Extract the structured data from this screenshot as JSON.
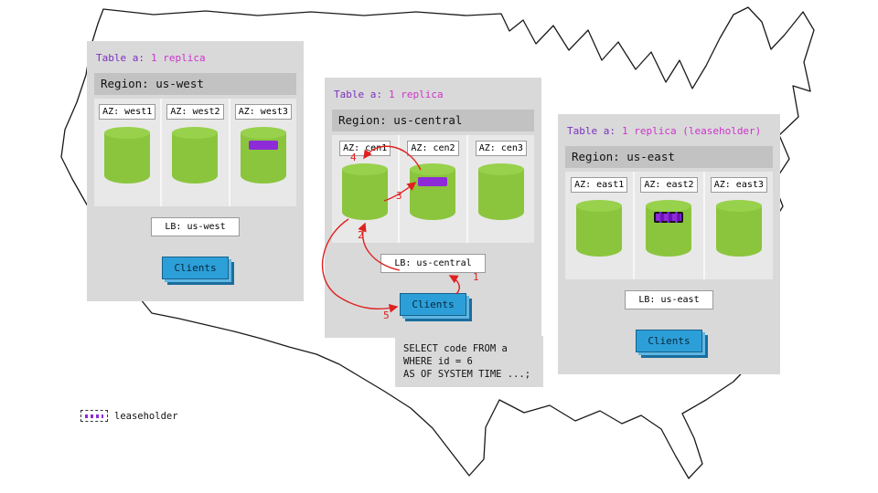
{
  "regions": [
    {
      "table_label": "Table a:",
      "replica_label": "1 replica",
      "region_label": "Region: us-west",
      "azs": [
        {
          "label": "AZ: west1"
        },
        {
          "label": "AZ: west2"
        },
        {
          "label": "AZ: west3"
        }
      ],
      "lb_label": "LB: us-west",
      "clients_label": "Clients"
    },
    {
      "table_label": "Table a:",
      "replica_label": "1 replica",
      "region_label": "Region: us-central",
      "azs": [
        {
          "label": "AZ: cen1"
        },
        {
          "label": "AZ: cen2"
        },
        {
          "label": "AZ: cen3"
        }
      ],
      "lb_label": "LB: us-central",
      "clients_label": "Clients"
    },
    {
      "table_label": "Table a:",
      "replica_label": "1 replica (leaseholder)",
      "region_label": "Region: us-east",
      "azs": [
        {
          "label": "AZ: east1"
        },
        {
          "label": "AZ: east2"
        },
        {
          "label": "AZ: east3"
        }
      ],
      "lb_label": "LB: us-east",
      "clients_label": "Clients"
    }
  ],
  "query": {
    "sql": "SELECT code FROM a\nWHERE id = 6\nAS OF SYSTEM TIME ...;"
  },
  "flow_steps": {
    "s1": "1",
    "s2": "2",
    "s3": "3",
    "s4": "4",
    "s5": "5"
  },
  "legend": {
    "label": "leaseholder"
  },
  "colors": {
    "cylinder_green": "#8bc53d",
    "replica_purple": "#8d2bd8",
    "table_text_purple": "#7b2fbe",
    "replica_text_magenta": "#cc33cc",
    "clients_blue": "#2d9fd8",
    "arrow_red": "#e02020",
    "panel_gray": "#d9d9d9"
  }
}
